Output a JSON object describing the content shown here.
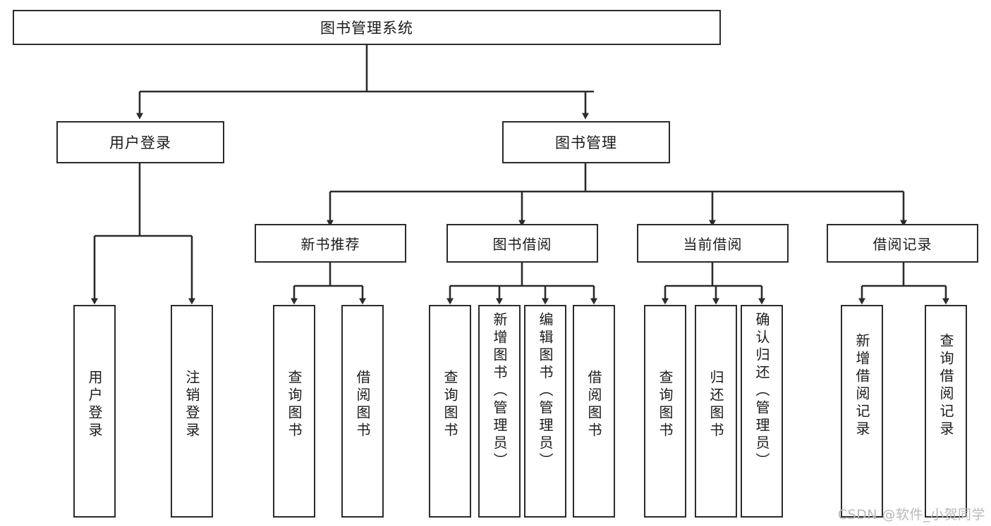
{
  "diagram": {
    "type": "tree",
    "title": "图书管理系统",
    "colors": {
      "box_border": "#2b2b2b",
      "box_fill": "#ffffff",
      "edge": "#2b2b2b",
      "text": "#1b1b1b",
      "watermark": "#b9b9b9",
      "background": "#ffffff"
    },
    "root": {
      "label": "图书管理系统"
    },
    "level1": [
      {
        "id": "user-login",
        "label": "用户登录"
      },
      {
        "id": "book-management",
        "label": "图书管理"
      }
    ],
    "level2": [
      {
        "id": "new-book-recommend",
        "label": "新书推荐",
        "parent": "book-management"
      },
      {
        "id": "book-borrow",
        "label": "图书借阅",
        "parent": "book-management"
      },
      {
        "id": "current-borrow",
        "label": "当前借阅",
        "parent": "book-management"
      },
      {
        "id": "borrow-record",
        "label": "借阅记录",
        "parent": "book-management"
      }
    ],
    "leaves": [
      {
        "id": "leaf-user-login",
        "label": "用户登录",
        "parent": "user-login"
      },
      {
        "id": "leaf-logout-login",
        "label": "注销登录",
        "parent": "user-login"
      },
      {
        "id": "leaf-query-book-1",
        "label": "查询图书",
        "parent": "new-book-recommend"
      },
      {
        "id": "leaf-borrow-book-1",
        "label": "借阅图书",
        "parent": "new-book-recommend"
      },
      {
        "id": "leaf-query-book-2",
        "label": "查询图书",
        "parent": "book-borrow"
      },
      {
        "id": "leaf-add-book",
        "label": "新增图书（管理员）",
        "parent": "book-borrow"
      },
      {
        "id": "leaf-edit-book",
        "label": "编辑图书（管理员）",
        "parent": "book-borrow"
      },
      {
        "id": "leaf-borrow-book-2",
        "label": "借阅图书",
        "parent": "book-borrow"
      },
      {
        "id": "leaf-query-book-3",
        "label": "查询图书",
        "parent": "current-borrow"
      },
      {
        "id": "leaf-return-book",
        "label": "归还图书",
        "parent": "current-borrow"
      },
      {
        "id": "leaf-confirm-return",
        "label": "确认归还（管理员）",
        "parent": "current-borrow"
      },
      {
        "id": "leaf-add-record",
        "label": "新增借阅记录",
        "parent": "borrow-record"
      },
      {
        "id": "leaf-query-record",
        "label": "查询借阅记录",
        "parent": "borrow-record"
      }
    ]
  },
  "watermark": {
    "text": "CSDN @软件_小贺同学"
  }
}
